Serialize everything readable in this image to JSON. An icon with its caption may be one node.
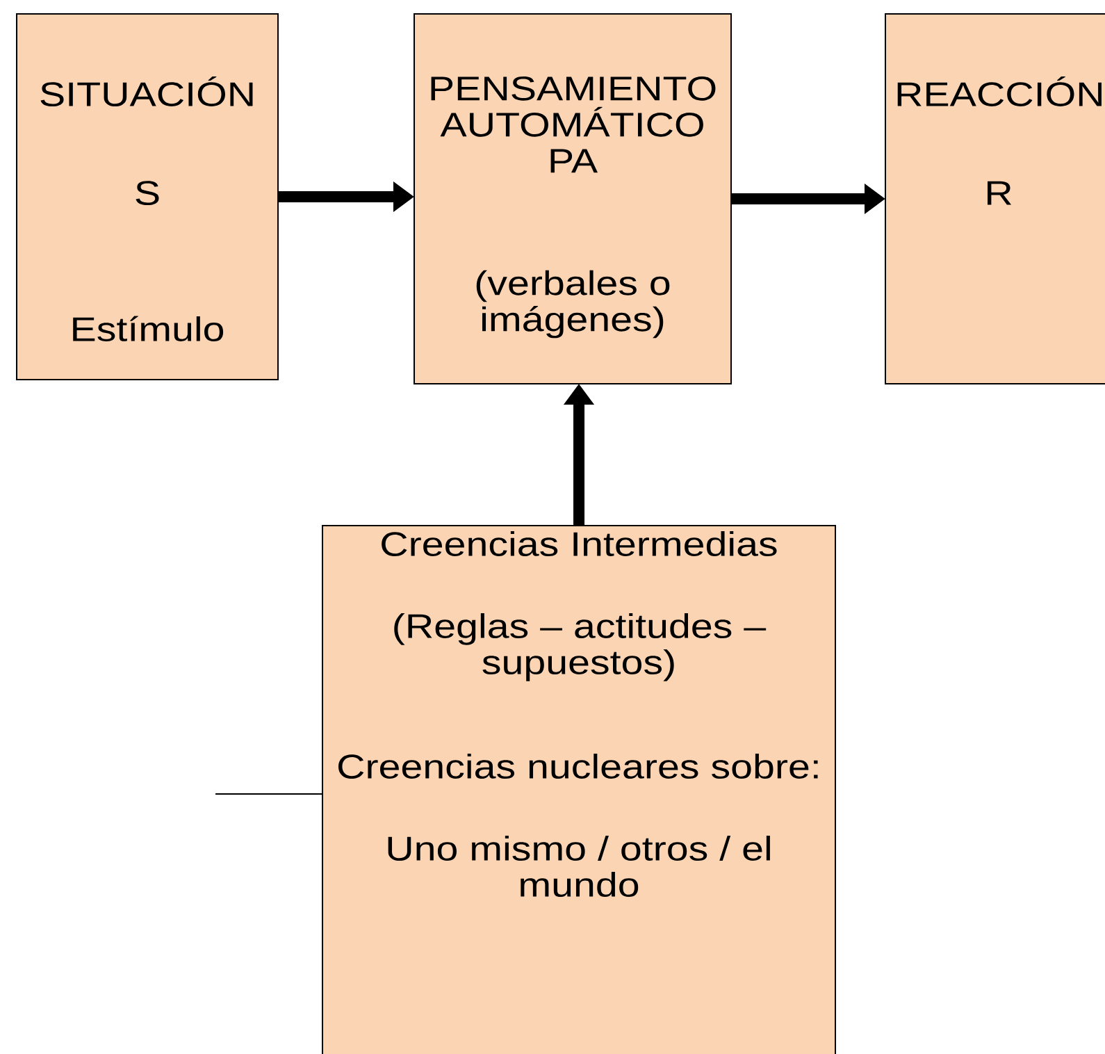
{
  "diagram": {
    "nodes": [
      {
        "text": [
          "SITUACIÓN",
          "S",
          "Estímulo"
        ]
      },
      {
        "text": [
          "PENSAMIENTO AUTOMÁTICO",
          "PA",
          "(verbales o imágenes)"
        ]
      },
      {
        "text": [
          "REACCIÓN",
          "R"
        ]
      },
      {
        "text": [
          "Creencias Intermedias",
          "(Reglas – actitudes – supuestos)",
          "Creencias nucleares sobre:",
          "Uno mismo / otros / el mundo"
        ]
      }
    ],
    "edges": [
      {
        "from": 0,
        "to": 1,
        "arrow": "to"
      },
      {
        "from": 1,
        "to": 2,
        "arrow": "to"
      },
      {
        "from": 3,
        "to": 1,
        "arrow": "to"
      },
      {
        "from": null,
        "to": 3,
        "arrow": "none"
      }
    ]
  }
}
